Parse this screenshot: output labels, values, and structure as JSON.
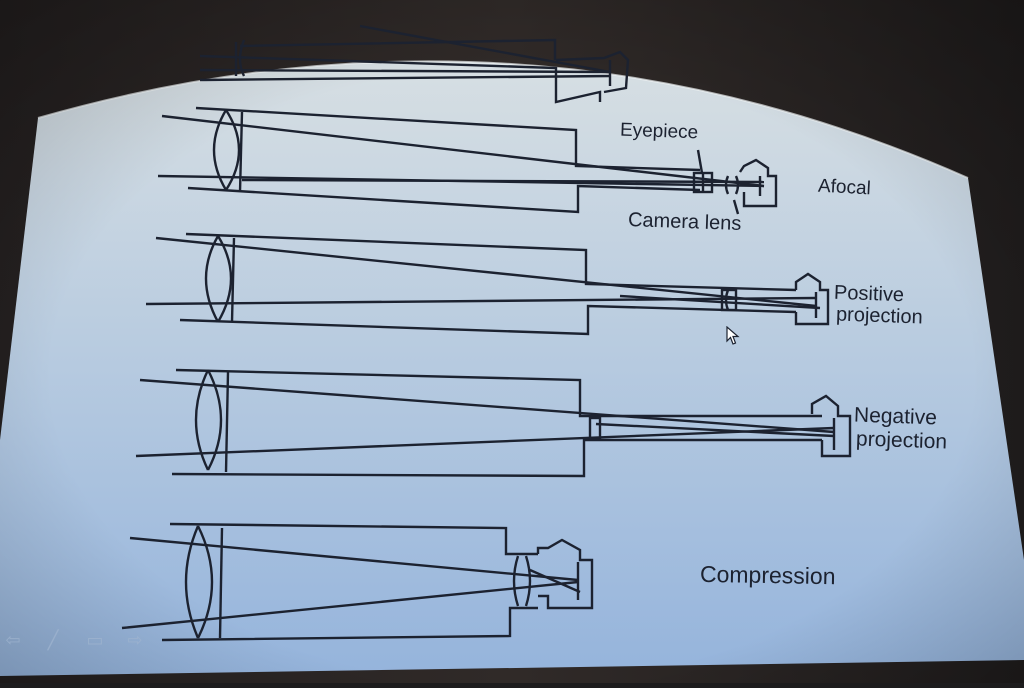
{
  "slide": {
    "labels": {
      "eyepiece": "Eyepiece",
      "camera_lens": "Camera lens",
      "afocal": "Afocal",
      "positive_line1": "Positive",
      "positive_line2": "projection",
      "negative_line1": "Negative",
      "negative_line2": "projection",
      "compression": "Compression"
    },
    "colors": {
      "screen_top": "#d4dde2",
      "screen_bottom": "#9ab7dd",
      "ink": "#1c2230",
      "wall": "#2a2625"
    }
  },
  "toolbar": {
    "icons": [
      "arrow-left-icon",
      "pen-icon",
      "slide-menu-icon",
      "arrow-right-icon"
    ]
  }
}
